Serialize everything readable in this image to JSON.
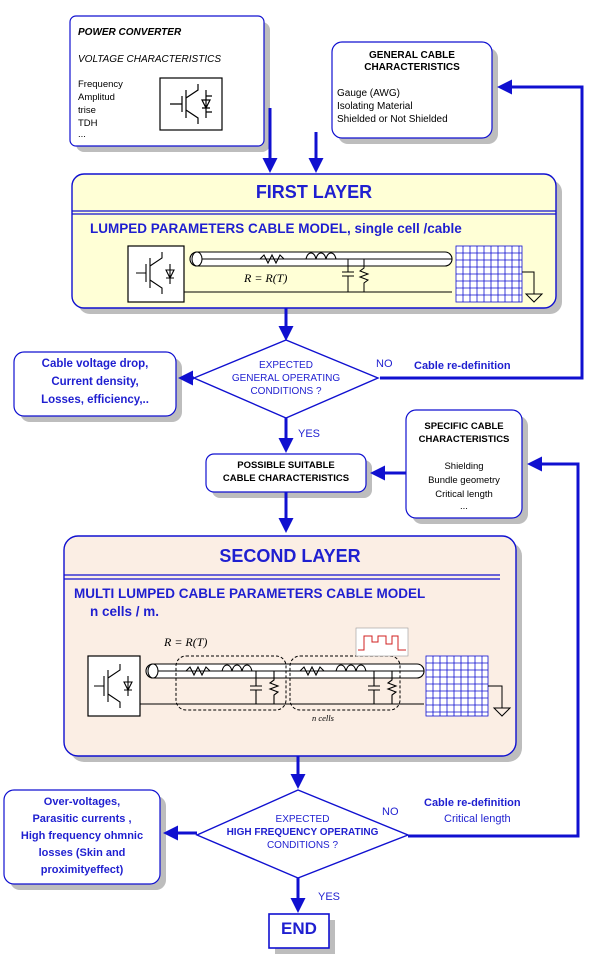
{
  "colors": {
    "arrow": "#1010d0",
    "box_border": "#1010d0",
    "shadow": "#b8b8b8",
    "first_layer_fill": "#ffffd6",
    "second_layer_fill": "#fbeee4",
    "text_blue": "#1f1fd0"
  },
  "power_converter": {
    "title": "POWER CONVERTER",
    "subtitle": "VOLTAGE  CHARACTERISTICS",
    "items": [
      "Frequency",
      "Amplitud",
      "trise",
      "TDH",
      "..."
    ]
  },
  "general_cable": {
    "title_line1": "GENERAL CABLE",
    "title_line2": "CHARACTERISTICS",
    "items": [
      "Gauge (AWG)",
      "Isolating Material",
      "Shielded or Not Shielded"
    ]
  },
  "first_layer": {
    "title": "FIRST LAYER",
    "subtitle": "LUMPED PARAMETERS CABLE MODEL, single cell /cable",
    "formula": "R = R(T)"
  },
  "decision1": {
    "line1": "EXPECTED",
    "line2": "GENERAL OPERATING",
    "line3": "CONDITIONS ?",
    "no_label": "NO",
    "yes_label": "YES",
    "redefinition": "Cable  re-definition"
  },
  "left_box1": {
    "lines": [
      "Cable voltage drop,",
      "Current density,",
      "Losses,  efficiency,.."
    ]
  },
  "possible_suitable": {
    "line1": "POSSIBLE SUITABLE",
    "line2": "CABLE CHARACTERISTICS"
  },
  "specific_cable": {
    "title_line1": "SPECIFIC CABLE",
    "title_line2": "CHARACTERISTICS",
    "items": [
      "Shielding",
      "Bundle geometry",
      "Critical length",
      "..."
    ]
  },
  "second_layer": {
    "title": "SECOND LAYER",
    "subtitle_line1": "MULTI LUMPED CABLE PARAMETERS CABLE MODEL",
    "subtitle_line2": "n cells / m.",
    "formula": "R = R(T)",
    "cells_label": "n     cells"
  },
  "decision2": {
    "line1": "EXPECTED",
    "line2": "HIGH FREQUENCY OPERATING",
    "line3": "CONDITIONS ?",
    "no_label": "NO",
    "yes_label": "YES",
    "redefinition": "Cable  re-definition",
    "redefinition2": "Critical length"
  },
  "left_box2": {
    "lines": [
      "Over-voltages,",
      "Parasitic currents ,",
      "High frequency ohmnic",
      "losses (Skin and",
      "proximityeffect)"
    ]
  },
  "end": {
    "label": "END"
  }
}
